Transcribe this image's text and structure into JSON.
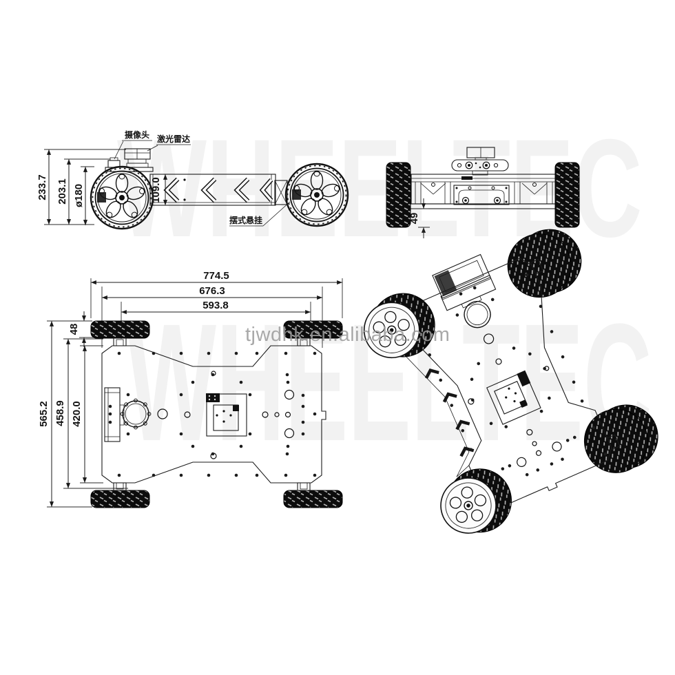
{
  "watermark": {
    "brand": "WHEELTEC",
    "url": "tjwdhk.en.alibaba.com"
  },
  "side_view": {
    "label_camera": "摄像头",
    "label_lidar": "激光雷达",
    "label_suspension": "摆式悬挂",
    "dim_overall_height": "233.7",
    "dim_camera_height": "203.1",
    "dim_wheel_diameter": "ø180",
    "dim_frame_height": "109.0"
  },
  "front_view": {
    "dim_ground_clearance": "49"
  },
  "bottom_view": {
    "dim_overall_length": "774.5",
    "dim_frame_length": "676.3",
    "dim_wheelbase": "593.8",
    "dim_wheel_width": "48",
    "dim_overall_width": "565.2",
    "dim_track_width": "458.9",
    "dim_plate_width": "420.0"
  }
}
